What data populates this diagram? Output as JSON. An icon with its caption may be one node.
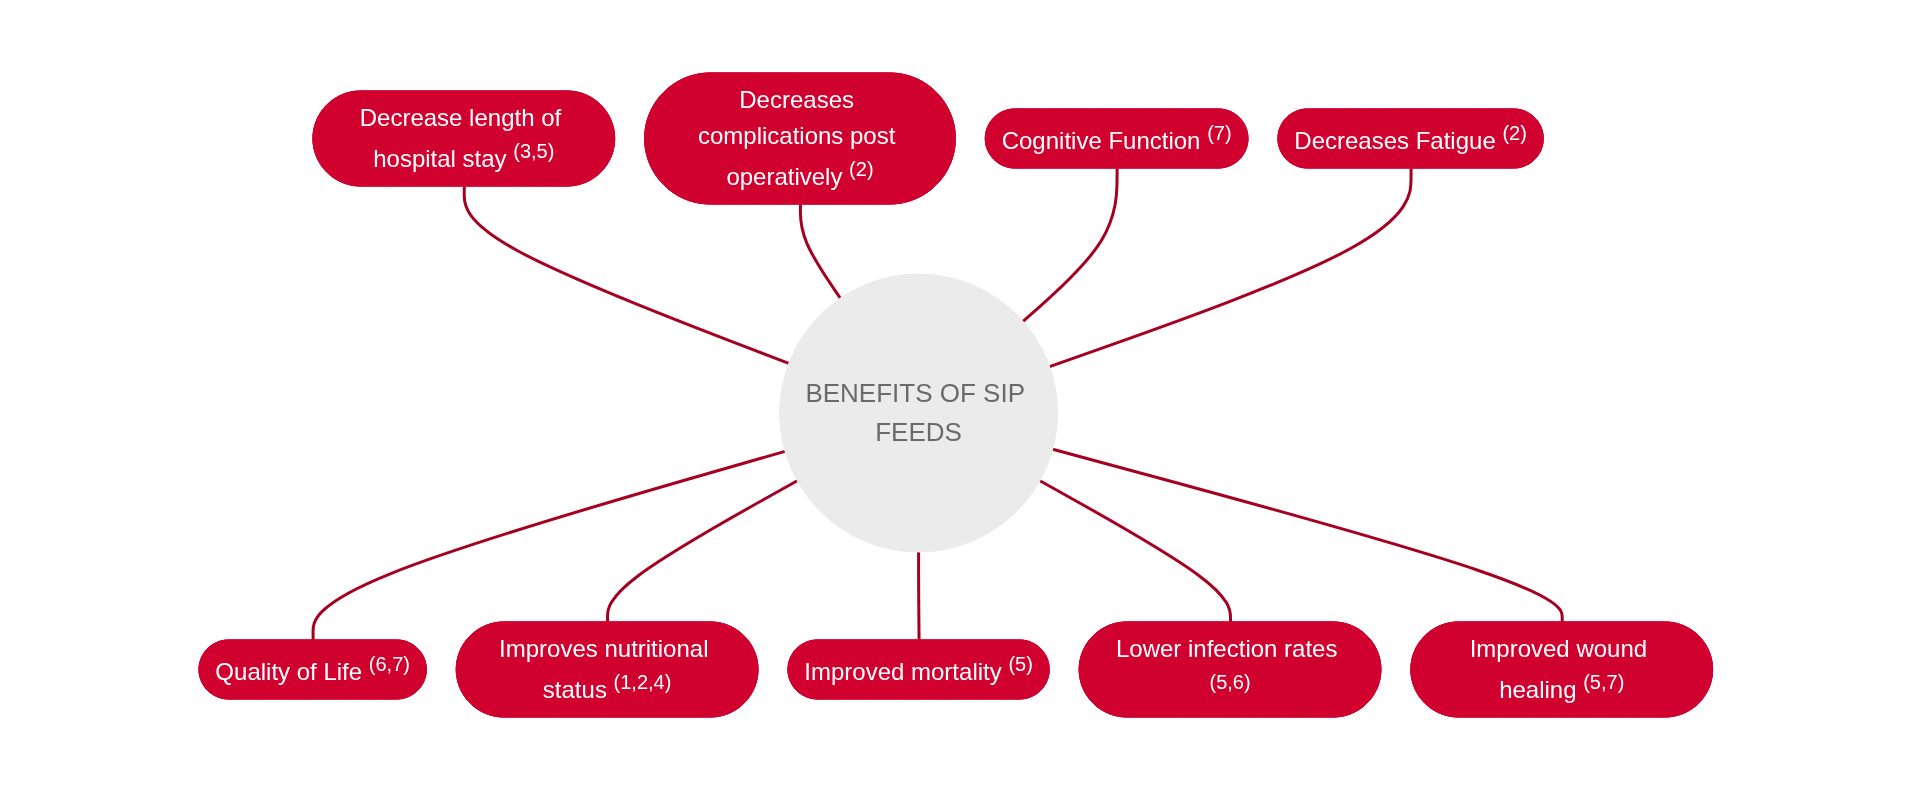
{
  "diagram": {
    "nodes": [
      {
        "text": [
          "BENEFITS OF SIP FEEDS"
        ]
      },
      {
        "text": [
          "Decrease length of hospital stay $^{(3,5)}$"
        ]
      },
      {
        "text": [
          "Decreases complications post operatively $^{(2)}$"
        ]
      },
      {
        "text": [
          "Cognitive Function $^{(7)}$"
        ]
      },
      {
        "text": [
          "Decreases Fatigue $^{(2)}$"
        ]
      },
      {
        "text": [
          "Quality of Life $^{(6,7)}$"
        ]
      },
      {
        "text": [
          "Improves nutritional status $^{(1,2,4)}$"
        ]
      },
      {
        "text": [
          "Improved mortality $^{(5)}$"
        ]
      },
      {
        "text": [
          "Lower infection rates $^{(5,6)}$"
        ]
      },
      {
        "text": [
          "Improved wound healing $^{(5,7)}$"
        ]
      }
    ],
    "edges": [
      {
        "from": 0,
        "to": 1,
        "arrow": "none"
      },
      {
        "from": 0,
        "to": 2,
        "arrow": "none"
      },
      {
        "from": 0,
        "to": 3,
        "arrow": "none"
      },
      {
        "from": 0,
        "to": 4,
        "arrow": "none"
      },
      {
        "from": 0,
        "to": 5,
        "arrow": "none"
      },
      {
        "from": 0,
        "to": 6,
        "arrow": "none"
      },
      {
        "from": 0,
        "to": 7,
        "arrow": "none"
      },
      {
        "from": 0,
        "to": 8,
        "arrow": "none"
      },
      {
        "from": 0,
        "to": 9,
        "arrow": "none"
      }
    ]
  }
}
